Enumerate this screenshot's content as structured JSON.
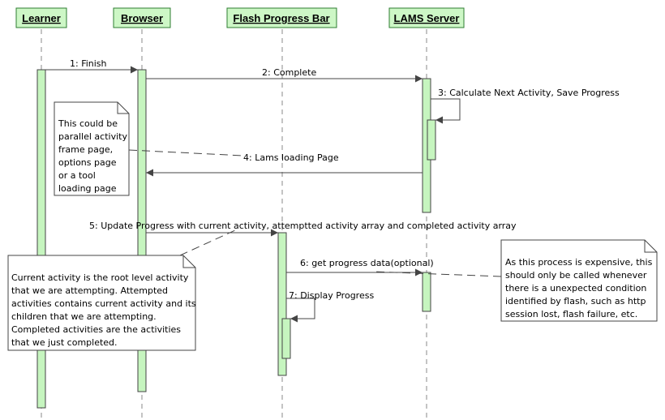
{
  "colors": {
    "participant_fill": "#cdf7c6",
    "participant_stroke": "#2e7d32",
    "activation_fill": "#c6f5bf",
    "line": "#444444",
    "note_fill": "#ffffff"
  },
  "participants": [
    {
      "id": "learner",
      "label": "Learner"
    },
    {
      "id": "browser",
      "label": "Browser"
    },
    {
      "id": "flash",
      "label": "Flash Progress Bar"
    },
    {
      "id": "lams",
      "label": "LAMS Server"
    }
  ],
  "messages": [
    {
      "id": "m1",
      "label": "1: Finish"
    },
    {
      "id": "m2",
      "label": "2: Complete"
    },
    {
      "id": "m3",
      "label": "3: Calculate Next Activity, Save Progress"
    },
    {
      "id": "m4",
      "label": "4: Lams loading Page"
    },
    {
      "id": "m5",
      "label": "5: Update Progress with current activity, attemptted activity array and completed activity array"
    },
    {
      "id": "m6",
      "label": "6: get progress data(optional)"
    },
    {
      "id": "m7",
      "label": "7: Display Progress"
    }
  ],
  "notes": {
    "parallel": {
      "lines": [
        "This could be",
        "parallel activity",
        "frame page,",
        "options page",
        "or a tool",
        "loading page"
      ]
    },
    "current": {
      "lines": [
        "Current activity is the root level activity",
        "that we are attempting. Attempted",
        "activities contains current activity and its",
        "children that we are attempting.",
        "Completed activities are the activities",
        "that we just completed."
      ]
    },
    "expensive": {
      "lines": [
        "As this process is expensive, this",
        "should only be called whenever",
        "there is a unexpected condition",
        "identified by flash, such as http",
        "session lost, flash failure, etc."
      ]
    }
  }
}
